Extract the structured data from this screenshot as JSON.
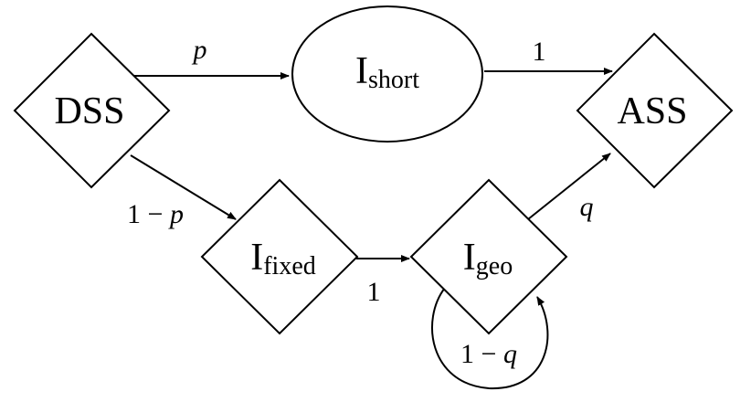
{
  "diagram": {
    "nodes": {
      "dss": {
        "label": "DSS",
        "shape": "diamond"
      },
      "i_short": {
        "main": "I",
        "sub": "short",
        "shape": "ellipse"
      },
      "ass": {
        "label": "ASS",
        "shape": "diamond"
      },
      "i_fixed": {
        "main": "I",
        "sub": "fixed",
        "shape": "diamond"
      },
      "i_geo": {
        "main": "I",
        "sub": "geo",
        "shape": "diamond"
      }
    },
    "edges": {
      "dss_to_short": {
        "label": "p"
      },
      "short_to_ass": {
        "label": "1"
      },
      "dss_to_fixed": {
        "label": "1 − p"
      },
      "fixed_to_geo": {
        "label": "1"
      },
      "geo_to_ass": {
        "label": "q"
      },
      "geo_self_loop": {
        "label": "1 − q"
      }
    },
    "colors": {
      "stroke": "#000000",
      "background": "#ffffff"
    }
  }
}
